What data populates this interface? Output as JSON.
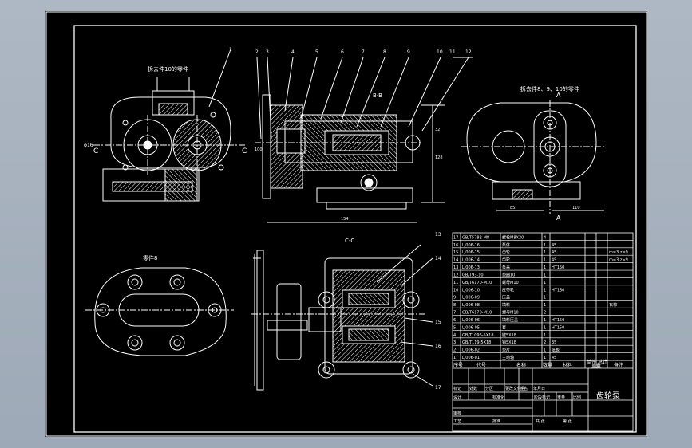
{
  "drawing": {
    "title_cn": "齿轮泵",
    "section_labels": {
      "top_left": "拆去件10的零件",
      "top_right": "拆去件8、9、10的零件",
      "bottom_left": "零件8",
      "section_cc": "C-C",
      "section_bb": "B-B"
    },
    "view_letters": {
      "a1": "A",
      "a2": "A",
      "b": "B",
      "c1": "C",
      "c2": "C"
    },
    "balloons_top": [
      "1",
      "2",
      "3",
      "4",
      "5",
      "6",
      "7",
      "8",
      "9",
      "10",
      "11",
      "12"
    ],
    "balloons_right": [
      "13",
      "14",
      "15",
      "16",
      "17"
    ],
    "dims": {
      "d1": "φ16",
      "d2": "85",
      "d3": "128",
      "d4": "32",
      "d5": "110",
      "d6": "154",
      "d7": "100"
    }
  },
  "bom": {
    "rows": [
      {
        "no": "17",
        "code": "GB/T5782-M8",
        "name": "螺栓M8X20",
        "qty": "4",
        "mat": "",
        "note": ""
      },
      {
        "no": "16",
        "code": "LJ006-16",
        "name": "泵体",
        "qty": "1",
        "mat": "45",
        "note": ""
      },
      {
        "no": "15",
        "code": "LJ006-15",
        "name": "齿轮",
        "qty": "1",
        "mat": "45",
        "note": "m=3,z=9"
      },
      {
        "no": "14",
        "code": "LJ006-14",
        "name": "齿轮",
        "qty": "1",
        "mat": "45",
        "note": "m=3,z=9"
      },
      {
        "no": "13",
        "code": "LJ006-13",
        "name": "泵盖",
        "qty": "1",
        "mat": "HT150",
        "note": ""
      },
      {
        "no": "12",
        "code": "GB/T93-10",
        "name": "垫圈10",
        "qty": "1",
        "mat": "",
        "note": ""
      },
      {
        "no": "11",
        "code": "GB/T6170-M10",
        "name": "螺母M10",
        "qty": "1",
        "mat": "",
        "note": ""
      },
      {
        "no": "10",
        "code": "LJ006-10",
        "name": "皮带轮",
        "qty": "1",
        "mat": "HT150",
        "note": ""
      },
      {
        "no": "9",
        "code": "LJ006-09",
        "name": "压盖",
        "qty": "1",
        "mat": "",
        "note": ""
      },
      {
        "no": "8",
        "code": "LJ006-08",
        "name": "填料",
        "qty": "1",
        "mat": "",
        "note": "石棉"
      },
      {
        "no": "7",
        "code": "GB/T6170-M10",
        "name": "螺母M10",
        "qty": "2",
        "mat": "",
        "note": ""
      },
      {
        "no": "6",
        "code": "LJ006-06",
        "name": "填料压盖",
        "qty": "1",
        "mat": "HT150",
        "note": ""
      },
      {
        "no": "5",
        "code": "LJ006-05",
        "name": "套",
        "qty": "1",
        "mat": "HT150",
        "note": ""
      },
      {
        "no": "4",
        "code": "GB/T1096-5X18",
        "name": "键5X18",
        "qty": "1",
        "mat": "",
        "note": ""
      },
      {
        "no": "3",
        "code": "GB/T119-5X18",
        "name": "销5X18",
        "qty": "2",
        "mat": "35",
        "note": ""
      },
      {
        "no": "2",
        "code": "LJ006-02",
        "name": "垫片",
        "qty": "1",
        "mat": "纸板",
        "note": ""
      },
      {
        "no": "1",
        "code": "LJ006-01",
        "name": "主动轴",
        "qty": "1",
        "mat": "45",
        "note": ""
      }
    ],
    "header": {
      "no": "序号",
      "code": "代号",
      "name": "名称",
      "qty": "数量",
      "mat": "材料",
      "unit": "单件",
      "total": "总计",
      "weight": "重量",
      "note": "备注"
    },
    "title_block": {
      "mark": "标记",
      "count": "处数",
      "zone": "分区",
      "change": "更改文件号",
      "sign": "签名",
      "date": "年月日",
      "design": "设计",
      "standard": "标准化",
      "check": "审核",
      "process": "工艺",
      "approve": "批准",
      "stage": "阶段标记",
      "weight": "重量",
      "scale": "比例",
      "sheets": "共 张",
      "sheet": "第 张"
    }
  }
}
